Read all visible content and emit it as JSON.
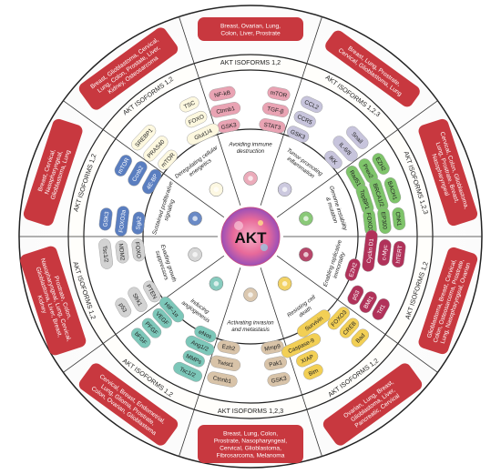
{
  "center": {
    "label": "AKT"
  },
  "sectors": [
    {
      "hallmark": "Avoiding immune destruction",
      "isoform": "AKT ISOFORMS 1,2",
      "cancers": [
        "Breast, Ovarian, Lung,",
        "Colon, Liver, Prostrate"
      ],
      "color": "#e9a3b3",
      "genes": [
        "NF-kB",
        "mTOR",
        "Ctnnb1",
        "TGF-β",
        "GSK3",
        "STAT3"
      ]
    },
    {
      "hallmark": "Tumor-promoting inflammation",
      "isoform": "AKT ISOFORMS 1,2,3",
      "cancers": [
        "Breast, Lung, Prostrate,",
        "Cervical, Glioblastoma, Lung"
      ],
      "color": "#c7c4dc",
      "genes": [
        "CCL2",
        "Snail",
        "CCR5",
        "IL-6/8",
        "GSK3",
        "IKK"
      ]
    },
    {
      "hallmark": "Genome instability & mutation",
      "isoform": "AKT ISOFORMS 1,2,3",
      "cancers": [
        "Cervical, Colon, Glioblastoma,",
        "Lung, Prostrate, Breast,",
        "Nasopharyngeal"
      ],
      "color": "#7ec46a",
      "genes": [
        "EZH2",
        "BACH1",
        "ChK1",
        "Prex2",
        "BRCA1/2",
        "EP300",
        "Rad51",
        "TopBP1",
        "FOXO3"
      ]
    },
    {
      "hallmark": "Enabling replicative immortality",
      "isoform": "AKT ISOFORMS 1,2",
      "cancers": [
        "Glioblastoma, Breast, Cervical,",
        "Colon, Osteosarcoma, Prostrate,",
        "Lung, Nasopharyngeal, Ovarian"
      ],
      "color": "#b1325a",
      "genes": [
        "hTERT",
        "Trf1",
        "c-Myc",
        "BMI1",
        "Cyclin D1",
        "p53",
        "EZH2"
      ]
    },
    {
      "hallmark": "Resisting cell death",
      "isoform": "AKT ISOFORMS 1,2",
      "cancers": [
        "Ovarian, Lung, Breast,",
        "Glioblastoma, Liver,",
        "Pancreatic, Cervical"
      ],
      "color": "#f2cf55",
      "genes": [
        "Bad",
        "Bim",
        "CREB",
        "XIAP",
        "FOXO3",
        "Caspase-9",
        "Survivin"
      ]
    },
    {
      "hallmark": "Activating invasion and metastasis",
      "isoform": "AKT ISOFORMS 1,2,3",
      "cancers": [
        "Breast, Lung, Colon,",
        "Prostrate, Nasopharyngeal,",
        "Cervical, Glioblastoma,",
        "Fibrosarcoma, Melanoma"
      ],
      "color": "#d8c3a8",
      "genes": [
        "GSK3",
        "Ctnnb1",
        "Pak1",
        "Twist1",
        "Mmp9",
        "Ezh2"
      ]
    },
    {
      "hallmark": "Inducing angiogenesis",
      "isoform": "AKT ISOFORMS 1,2",
      "cancers": [
        "Cervical, Breast, Endometrial,",
        "Lung, Glioma, Prostrate,",
        "Colon, Ovarian, Glioblastoma"
      ],
      "color": "#7cc7b9",
      "genes": [
        "Tsc1/2",
        "bFGF",
        "MMPs",
        "PFGF",
        "Ang1/2",
        "VEGF",
        "eNos",
        "HIF-1α"
      ]
    },
    {
      "hallmark": "Evading growth suppressors",
      "isoform": "AKT ISOFORMS 1,2",
      "cancers": [
        "Prostrate, Colon,",
        "Nasopharyngeal, Lung, Cervical,",
        "Glioblastoma, Liver, Breast,",
        "Kidney"
      ],
      "color": "#d3d3d3",
      "genes": [
        "p53",
        "Tsc1/2",
        "Sfrk1",
        "MDM2",
        "PTEN",
        "FOXO"
      ]
    },
    {
      "hallmark": "Sustained proliferative signaling",
      "isoform": "AKT ISOFORMS 1,2",
      "cancers": [
        "Breast, Cervical,",
        "Nasopharyngeal,",
        "Glioblastoma, Lung"
      ],
      "color": "#5a7ec0",
      "genes": [
        "GSK3",
        "mTOR",
        "FOXO3a",
        "Ccnb2",
        "Sgk2",
        "4E-BP"
      ]
    },
    {
      "hallmark": "Deregulating cellular energetics",
      "isoform": "AKT ISOFORMS 1,2",
      "cancers": [
        "Breast, Glioblastoma, Cervical,",
        "Lung, Colon, Prostate, Liver,",
        "Kidney, Osteosarcoma"
      ],
      "color": "#fdf8df",
      "genes": [
        "SREBP1",
        "TSC",
        "PRAS40",
        "FOXO",
        "mTOR",
        "Glut1/4"
      ]
    }
  ]
}
